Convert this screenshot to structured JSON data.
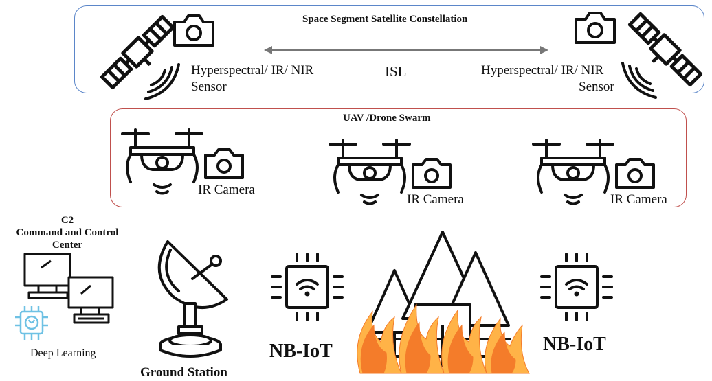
{
  "space": {
    "title": "Space Segment Satellite Constellation",
    "isl_label": "ISL",
    "sensor_left_line1": "Hyperspectral/ IR/ NIR",
    "sensor_left_line2": "Sensor",
    "sensor_right_line1": "Hyperspectral/ IR/ NIR",
    "sensor_right_line2": "Sensor"
  },
  "uav": {
    "title": "UAV /Drone Swarm",
    "camera_label_1": "IR Camera",
    "camera_label_2": "IR Camera",
    "camera_label_3": "IR Camera"
  },
  "ground": {
    "c2_line1": "C2",
    "c2_line2": "Command and Control",
    "c2_line3": "Center",
    "deep_learning": "Deep Learning",
    "ground_station": "Ground Station",
    "nbiot_left": "NB-IoT",
    "nbiot_right": "NB-IoT"
  },
  "colors": {
    "space_border": "#5b86c9",
    "uav_border": "#c0504d",
    "fire_orange": "#f47c2a",
    "fire_yellow": "#ffb347",
    "brain_blue": "#6ec1e4"
  },
  "icons": [
    "satellite-icon",
    "camera-icon",
    "signal-icon",
    "drone-icon",
    "computer-icon",
    "brain-chip-icon",
    "satellite-dish-icon",
    "iot-chip-icon",
    "forest-fire-icon"
  ]
}
